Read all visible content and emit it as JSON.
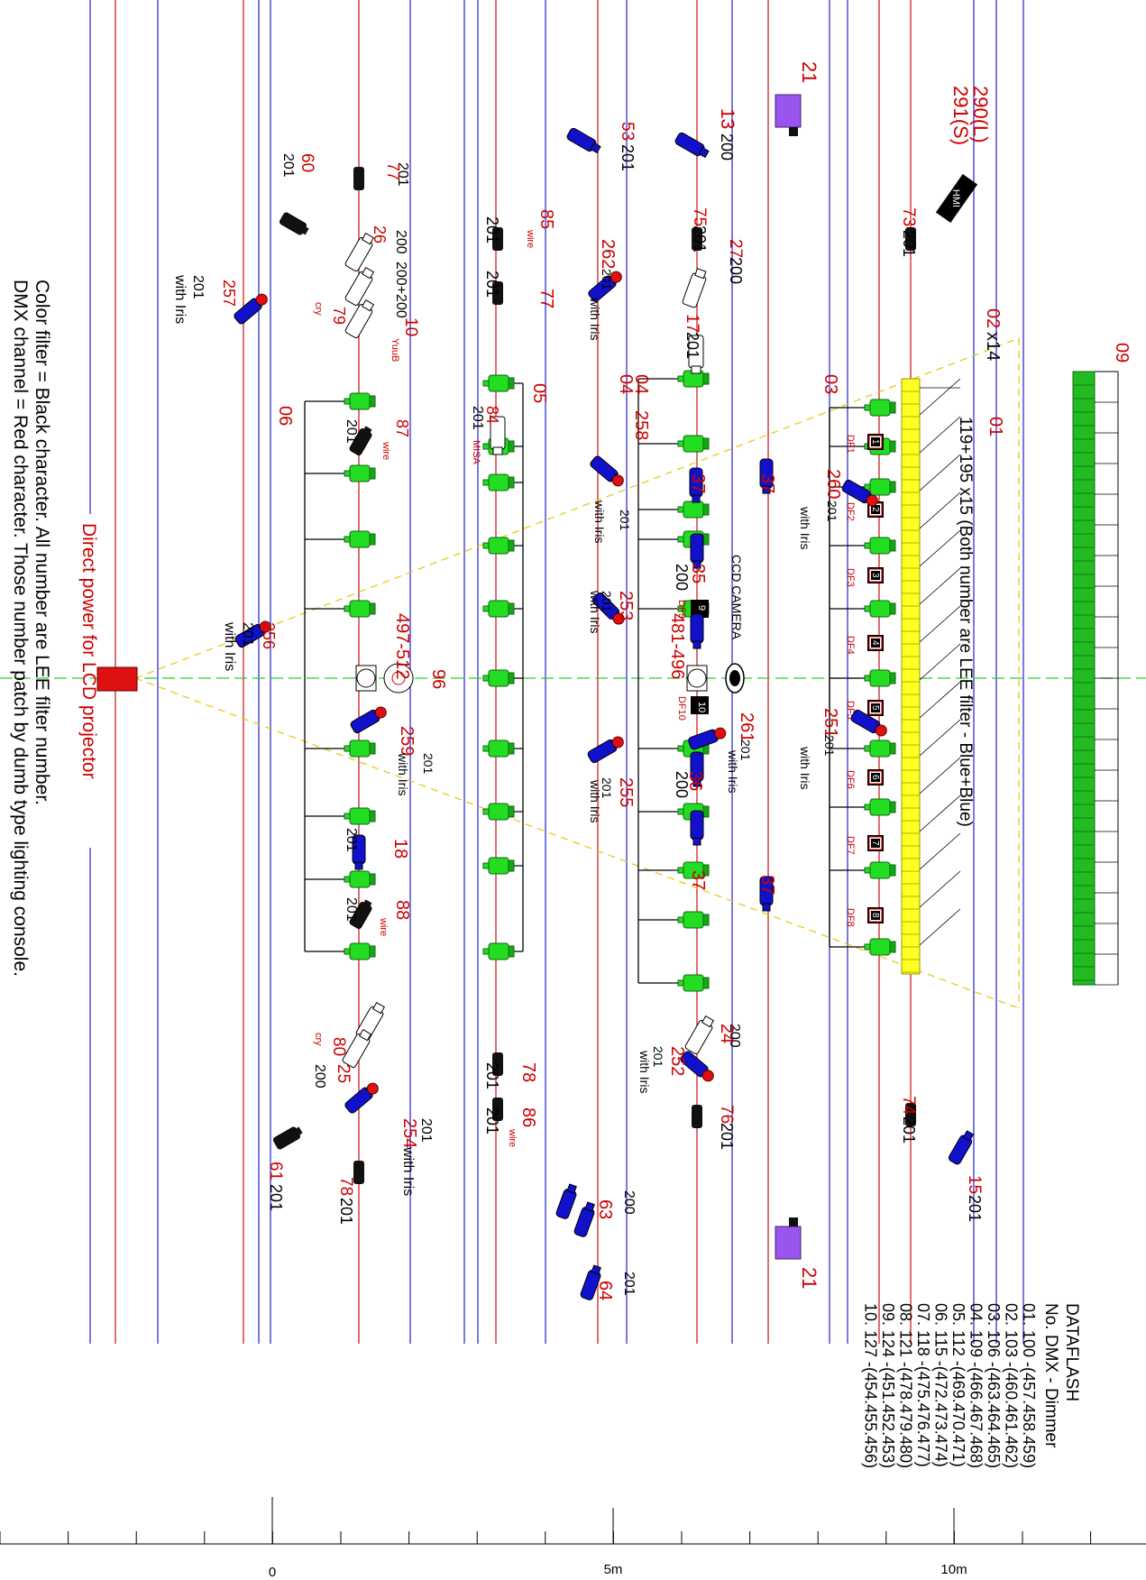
{
  "legend": {
    "title": "DATAFLASH",
    "subtitle": "No. DMX - Dimmer",
    "entries": [
      "01. 100 -(457.458.459)",
      "02. 103 -(460.461.462)",
      "03. 106 -(463.464.465)",
      "04. 109 -(466.467.468)",
      "05. 112 -(469.470.471)",
      "06. 115 -(472.473.474)",
      "07. 118 -(475.476.477)",
      "08. 121 -(478.479.480)",
      "09. 124 -(451.452.453)",
      "10. 127 -(454.455.456)"
    ]
  },
  "notes": {
    "color_filter": "Color filter = Black character. All number are LEE filter number.",
    "dmx_channel": "DMX channel = Red character. Those number patch by dumb type lighting console.",
    "direct_power": "Direct power for LCD projector",
    "lee_filter": "119+195 x15 (Both number are LEE filter - Blue+Blue)",
    "ccd_camera": "CCD CAMERA"
  },
  "scale": {
    "zero": "0",
    "five": "5m",
    "ten": "10m"
  },
  "pipes": {
    "p01": "01",
    "p02": "02",
    "p03": "03",
    "p04": "04",
    "p05": "05",
    "p06": "06",
    "p09": "09",
    "p02x14": "02",
    "x14": "x14"
  },
  "dataflash_units": [
    "DF1",
    "DF2",
    "DF3",
    "DF4",
    "DF5",
    "DF6",
    "DF7",
    "DF8"
  ],
  "df_numbers": [
    "1",
    "2",
    "3",
    "4",
    "5",
    "6",
    "7",
    "8"
  ],
  "df_center": {
    "df9": "DF9",
    "df10": "DF10",
    "n9": "9",
    "n10": "10"
  },
  "channels": {
    "c290": "290(L)",
    "c291": "291(S)",
    "c21a": "21",
    "c21b": "21",
    "c73": "73",
    "c74": "74",
    "c15": "15",
    "c13": "13",
    "c53": "53",
    "c75": "75",
    "c27": "27",
    "c17": "17",
    "c262": "262",
    "c85": "85",
    "c77a": "77",
    "c77b": "77",
    "c60": "60",
    "c26": "26",
    "c79": "79",
    "c10": "10",
    "c257": "257",
    "c84": "84",
    "c87": "87",
    "c04": "04",
    "c258": "258",
    "c37a": "37",
    "c37b": "37",
    "c37c": "37",
    "c37d": "37",
    "c260": "260",
    "c35": "35",
    "c253": "253",
    "c481": "481-496",
    "c96": "96",
    "c497": "497-512",
    "c256": "256",
    "c251": "251",
    "c261": "261",
    "c36": "36",
    "c255": "255",
    "c259": "259",
    "c18": "18",
    "c88": "88",
    "c24": "24",
    "c252": "252",
    "c76": "76",
    "c78a": "78",
    "c86": "86",
    "c80": "80",
    "c25": "25",
    "c254": "254",
    "c78b": "78",
    "c61": "61",
    "c63": "63",
    "c64": "64"
  },
  "filters": {
    "f200": "200",
    "f201": "201",
    "f200p200": "200+200",
    "iris": "with Iris",
    "wire": "wire",
    "cry": "cry",
    "yuub": "YuuB",
    "misa": "MISA",
    "hmi": "HMI"
  }
}
